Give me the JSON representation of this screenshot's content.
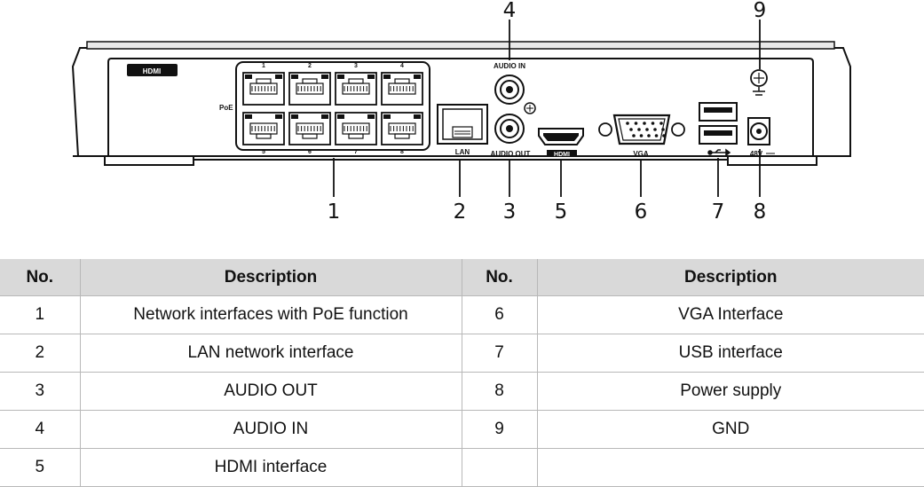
{
  "diagram": {
    "callouts": [
      "1",
      "2",
      "3",
      "4",
      "5",
      "6",
      "7",
      "8",
      "9"
    ],
    "labels": {
      "hdmi_logo": "HDMI",
      "poe": "PoE",
      "poe_top_numbers": [
        "1",
        "2",
        "3",
        "4"
      ],
      "poe_bottom_numbers": [
        "5",
        "6",
        "7",
        "8"
      ],
      "lan": "LAN",
      "audio_in": "AUDIO IN",
      "audio_out": "AUDIO OUT",
      "hdmi_port": "HDMI",
      "vga": "VGA",
      "power": "48V"
    }
  },
  "table": {
    "headers": [
      "No.",
      "Description",
      "No.",
      "Description"
    ],
    "rows": [
      [
        "1",
        "Network interfaces with PoE function",
        "6",
        "VGA Interface"
      ],
      [
        "2",
        "LAN network interface",
        "7",
        "USB interface"
      ],
      [
        "3",
        "AUDIO OUT",
        "8",
        "Power supply"
      ],
      [
        "4",
        "AUDIO IN",
        "9",
        "GND"
      ],
      [
        "5",
        "HDMI interface",
        "",
        ""
      ]
    ]
  }
}
